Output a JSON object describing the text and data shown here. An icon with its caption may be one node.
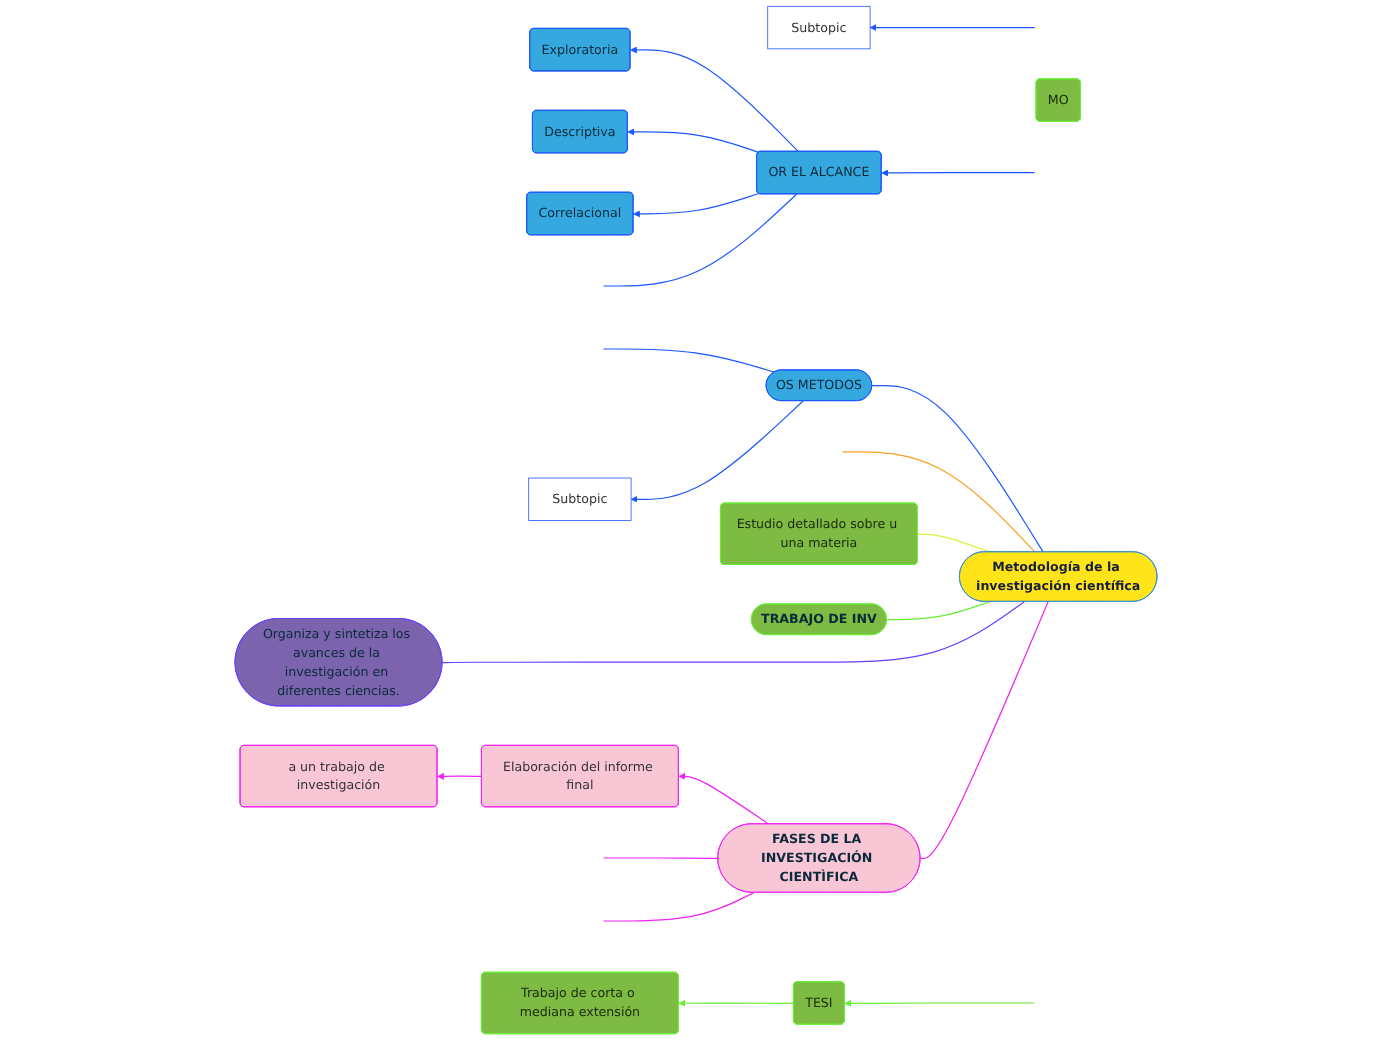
{
  "diagram": {
    "nodes": [
      {
        "text": [
          "Metodología de la investigación científica"
        ]
      },
      {
        "text": [
          "OS METODOS"
        ]
      },
      {
        "text": [
          "Subtopic"
        ]
      },
      {
        "text": [
          "Subtopic"
        ]
      },
      {
        "text": [
          "OR EL ALCANCE"
        ]
      },
      {
        "text": [
          "Exploratoria"
        ]
      },
      {
        "text": [
          "Descriptiva"
        ]
      },
      {
        "text": [
          "Correlacional"
        ]
      },
      {
        "text": [
          "Organiza y sintetiza los avances de la investigación en diferentes ciencias."
        ]
      },
      {
        "text": [
          "FASES DE LA INVESTIGACIÓN CIENTÌFICA"
        ]
      },
      {
        "text": [
          "Elaboración del informe final"
        ]
      },
      {
        "text": [
          "a un trabajo de investigación"
        ]
      },
      {
        "text": [
          "Estudio detallado sobre u una materia"
        ]
      },
      {
        "text": [
          "MO"
        ]
      },
      {
        "text": [
          "TRABAJO DE INV"
        ]
      },
      {
        "text": [
          "TESI"
        ]
      },
      {
        "text": [
          "Trabajo de corta o mediana extensión"
        ]
      }
    ],
    "edges": [
      {
        "from": 0,
        "to": 1,
        "arrow": "none",
        "color": "#1a56ff"
      },
      {
        "from": 1,
        "to": null,
        "arrow": "none",
        "color": "#1a56ff"
      },
      {
        "from": null,
        "to": 2,
        "arrow": "to",
        "color": "#1a56ff"
      },
      {
        "from": 1,
        "to": 3,
        "arrow": "to",
        "color": "#1a56ff"
      },
      {
        "from": null,
        "to": 4,
        "arrow": "to",
        "color": "#1a56ff"
      },
      {
        "from": 4,
        "to": 5,
        "arrow": "to",
        "color": "#1a56ff"
      },
      {
        "from": 4,
        "to": 6,
        "arrow": "to",
        "color": "#1a56ff"
      },
      {
        "from": 4,
        "to": 7,
        "arrow": "to",
        "color": "#1a56ff"
      },
      {
        "from": 4,
        "to": null,
        "arrow": "none",
        "color": "#1a56ff"
      },
      {
        "from": 0,
        "to": null,
        "arrow": "none",
        "color": "#f5a020"
      },
      {
        "from": 0,
        "to": 12,
        "arrow": "none",
        "color": "#d9f53a"
      },
      {
        "from": 0,
        "to": 14,
        "arrow": "none",
        "color": "#66ee33"
      },
      {
        "from": 0,
        "to": 8,
        "arrow": "none",
        "color": "#6a3dff"
      },
      {
        "from": 0,
        "to": 9,
        "arrow": "none",
        "color": "#ee22ee"
      },
      {
        "from": 9,
        "to": 10,
        "arrow": "to",
        "color": "#ee22ee"
      },
      {
        "from": 10,
        "to": 11,
        "arrow": "to",
        "color": "#ee22ee"
      },
      {
        "from": 9,
        "to": null,
        "arrow": "none",
        "color": "#ee22ee"
      },
      {
        "from": 9,
        "to": null,
        "arrow": "none",
        "color": "#ee22ee"
      },
      {
        "from": null,
        "to": 15,
        "arrow": "to",
        "color": "#66ee33"
      },
      {
        "from": 15,
        "to": 16,
        "arrow": "to",
        "color": "#66ee33"
      }
    ]
  }
}
